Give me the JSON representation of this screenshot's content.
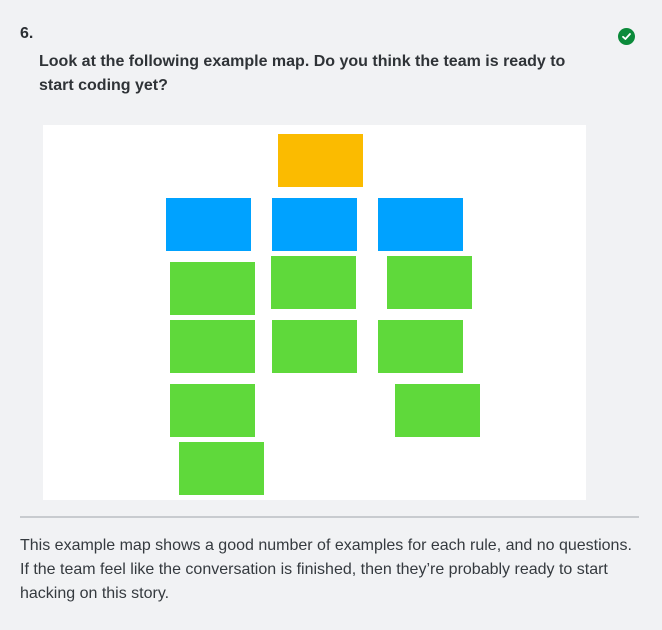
{
  "question": {
    "number": "6.",
    "text": "Look at the following example map. Do you think the team is ready to start coding yet?",
    "status_icon": "check-circle-icon",
    "status_color": "#0b8a3a"
  },
  "example_map": {
    "colors": {
      "story": "#fbbb00",
      "rule": "#00a2ff",
      "example": "#5fd93b"
    },
    "story_count": 1,
    "rules": [
      {
        "examples": 4
      },
      {
        "examples": 2
      },
      {
        "examples": 3
      }
    ],
    "question_count": 0
  },
  "explanation": {
    "text": "This example map shows a good number of examples for each rule, and no questions. If the team feel like the conversation is finished, then they’re probably ready to start hacking on this story."
  }
}
